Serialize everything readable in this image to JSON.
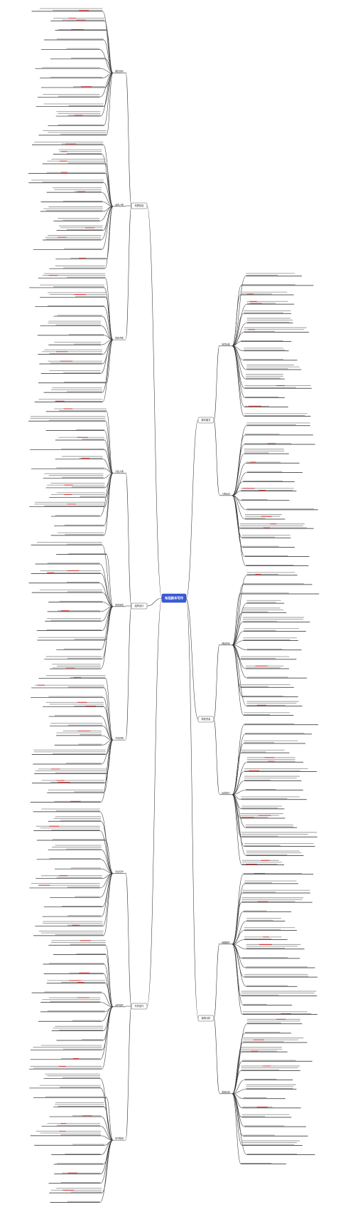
{
  "root": {
    "label": "电视剧本写作",
    "color": "#3b5bd6"
  },
  "colors": {
    "line": "#333333",
    "highlight": "#d21f1f"
  },
  "left_branches": [
    {
      "label": "构思阶段",
      "subs": [
        {
          "label": "确定题材"
        },
        {
          "label": "设定人物"
        },
        {
          "label": "构建冲突"
        }
      ]
    },
    {
      "label": "结构设计",
      "subs": [
        {
          "label": "分集大纲"
        },
        {
          "label": "场景安排"
        },
        {
          "label": "节奏控制"
        }
      ]
    },
    {
      "label": "写作技巧",
      "subs": [
        {
          "label": "对白写作"
        },
        {
          "label": "动作描写"
        },
        {
          "label": "情节推进"
        }
      ]
    }
  ],
  "right_branches": [
    {
      "label": "剧本格式",
      "subs": [
        {
          "label": "场景标题"
        },
        {
          "label": "人物台词"
        }
      ]
    },
    {
      "label": "修改完善",
      "subs": [
        {
          "label": "通读检查"
        },
        {
          "label": "反馈修订"
        }
      ]
    },
    {
      "label": "案例分析",
      "subs": [
        {
          "label": "经典剧作"
        },
        {
          "label": "类型比较"
        }
      ]
    }
  ]
}
